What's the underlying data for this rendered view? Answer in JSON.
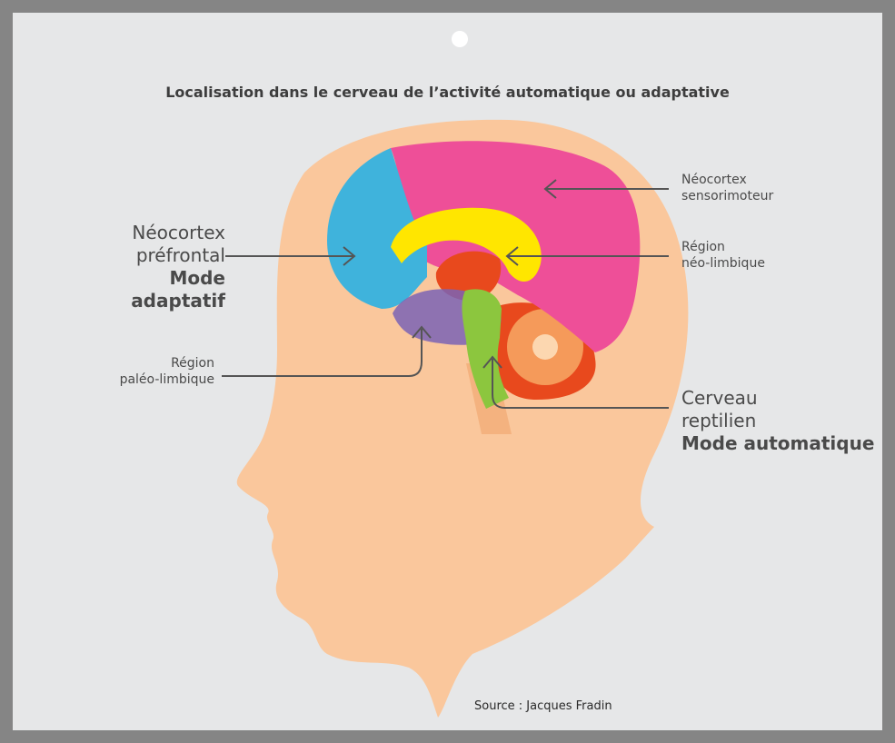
{
  "title": "Localisation dans le cerveau de l’activité automatique ou adaptative",
  "labels": {
    "prefrontal": {
      "line1": "Néocortex",
      "line2": "préfrontal",
      "mode": "Mode adaptatif"
    },
    "sensorimotor": {
      "line1": "Néocortex",
      "line2": "sensorimoteur"
    },
    "neo_limbic": {
      "line1": "Région",
      "line2": "néo-limbique"
    },
    "paleo_limbic": {
      "line1": "Région",
      "line2": "paléo-limbique"
    },
    "reptilian": {
      "line1": "Cerveau",
      "line2": "reptilien",
      "mode": "Mode automatique"
    }
  },
  "source": "Source : Jacques Fradin",
  "colors": {
    "background": "#858585",
    "card": "#e6e7e8",
    "skin": "#fac79c",
    "prefrontal": "#3fb3dc",
    "sensorimotor": "#ee4f98",
    "neo_limbic": "#ffe600",
    "paleo_limbic": "#7a63b5",
    "reptilian": "#8cc63e",
    "cerebellum": "#f26a21",
    "arrow": "#555555"
  }
}
